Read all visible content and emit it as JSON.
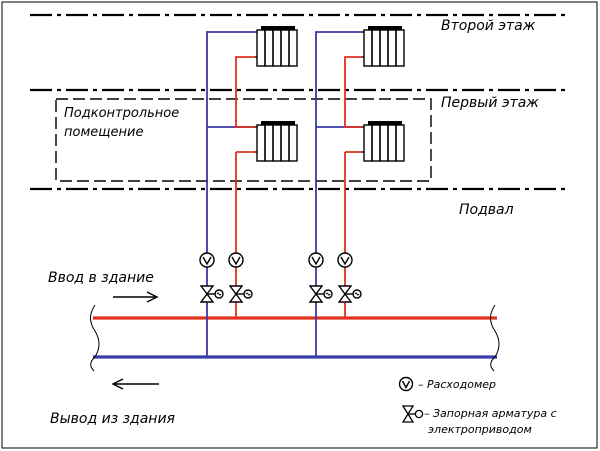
{
  "labels": {
    "floor_second": "Второй этаж",
    "floor_first": "Первый этаж",
    "basement": "Подвал",
    "room_line1": "Подконтрольное",
    "room_line2": "помещение",
    "inlet": "Ввод в здание",
    "outlet": "Вывод из здания"
  },
  "legend": {
    "flowmeter": "– Расходомер",
    "valve_line1": "– Запорная арматура с",
    "valve_line2": "электроприводом"
  },
  "colors": {
    "supply": "#e0301e",
    "return": "#3a3aa8",
    "line": "#000000"
  }
}
